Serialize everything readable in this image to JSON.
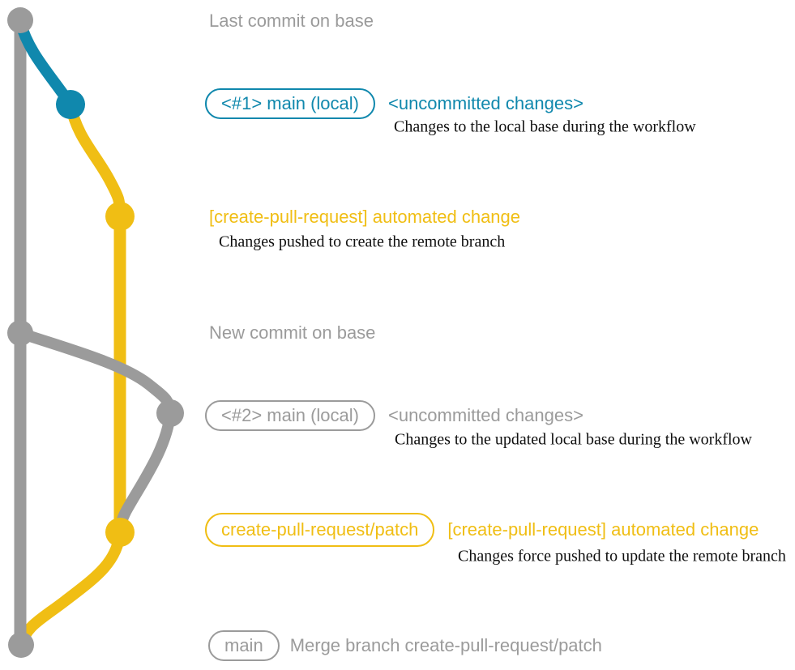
{
  "colors": {
    "gray": "#9b9b9b",
    "teal": "#1088ad",
    "yellow": "#f0be14",
    "ink": "#101010"
  },
  "headings": {
    "last_commit": "Last commit on base",
    "new_commit": "New commit on base"
  },
  "row1": {
    "branch_label": "<#1> main (local)",
    "status": "<uncommitted changes>",
    "description": "Changes to the local base during the workflow"
  },
  "row2": {
    "title": "[create-pull-request] automated change",
    "description": "Changes pushed to create the remote branch"
  },
  "row3": {
    "branch_label": "<#2> main (local)",
    "status": "<uncommitted changes>",
    "description": "Changes to the updated local base during the workflow"
  },
  "row4": {
    "branch_label": "create-pull-request/patch",
    "title": "[create-pull-request] automated change",
    "description": "Changes force pushed to update the remote branch"
  },
  "row5": {
    "branch_label": "main",
    "message": "Merge branch create-pull-request/patch"
  }
}
